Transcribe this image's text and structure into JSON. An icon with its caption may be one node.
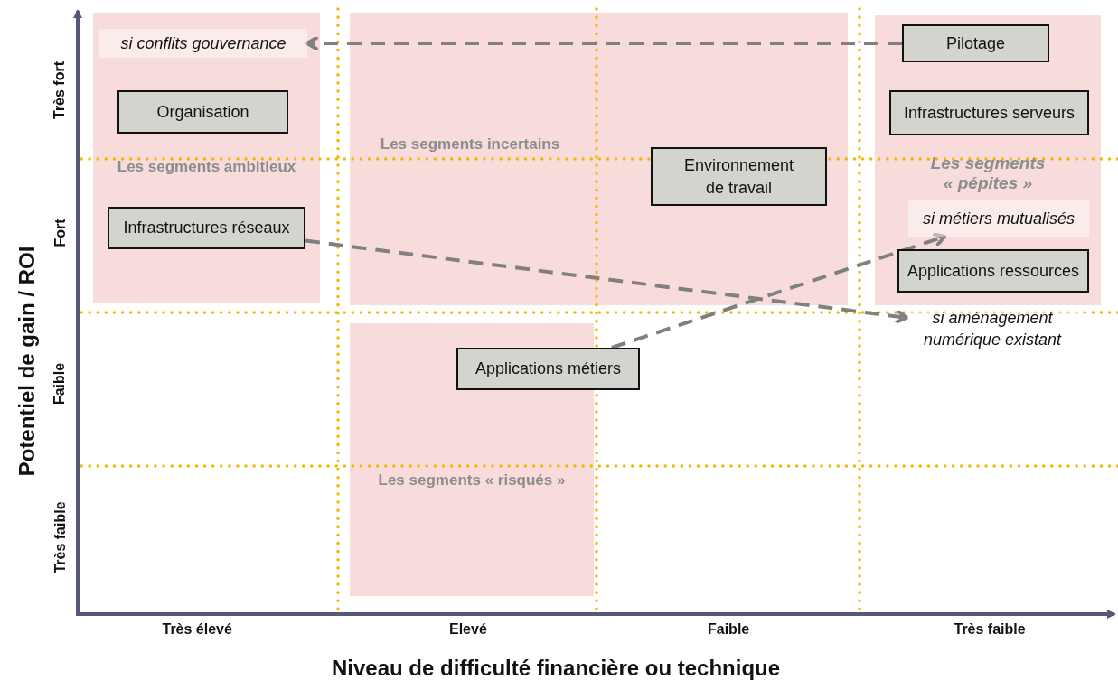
{
  "diagram": {
    "nodes": [
      {
        "text": [
          "Les segments ambitieux"
        ]
      },
      {
        "text": [
          "si conflits gouvernance"
        ],
        "in": 0
      },
      {
        "text": [
          "Organisation"
        ],
        "in": 0
      },
      {
        "text": [
          "Infrastructures réseaux"
        ],
        "in": 0
      },
      {
        "text": [
          "Les segments incertains"
        ]
      },
      {
        "text": [
          "Environnement de travail"
        ],
        "in": 4
      },
      {
        "text": [
          "Les segments « pépites »"
        ]
      },
      {
        "text": [
          "Pilotage"
        ],
        "in": 6
      },
      {
        "text": [
          "Infrastructures serveurs"
        ],
        "in": 6
      },
      {
        "text": [
          "si métiers mutualisés"
        ],
        "in": 6
      },
      {
        "text": [
          "Applications ressources"
        ],
        "in": 6
      },
      {
        "text": [
          "Les segments « risqués »"
        ]
      },
      {
        "text": [
          "Applications métiers"
        ]
      },
      {
        "text": [
          "si aménagement numérique existant"
        ]
      }
    ],
    "edges": [
      {
        "from": 7,
        "to": 1,
        "arrow": "to",
        "style": "dashed"
      },
      {
        "from": 3,
        "to": 13,
        "arrow": "to",
        "style": "dashed"
      },
      {
        "from": 12,
        "to": 9,
        "arrow": "to",
        "style": "dashed"
      }
    ],
    "labels": [
      "Très fort",
      "Fort",
      "Faible",
      "Très faible",
      "Potentiel de gain / ROI",
      "Très élevé",
      "Elevé",
      "Faible",
      "Très faible",
      "Niveau de difficulté financière ou technique"
    ]
  }
}
